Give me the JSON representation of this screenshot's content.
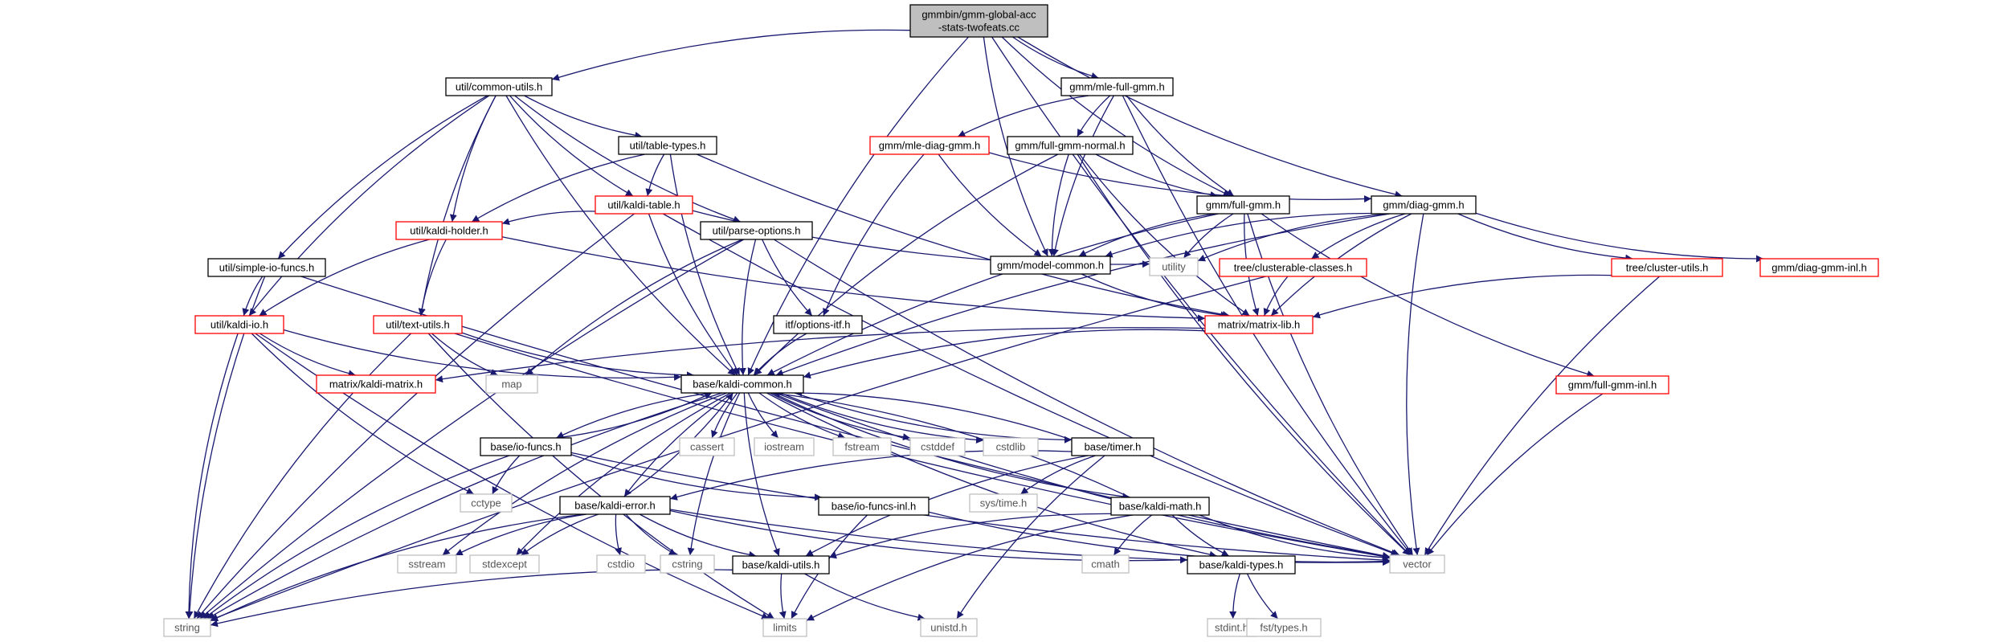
{
  "colors": {
    "edge": "#191970",
    "root_fill": "#bfbfbf",
    "normal_border": "#000000",
    "truncated_border": "#ff0000",
    "external_border": "#bfbfbf"
  },
  "nodes": [
    {
      "id": "root",
      "lines": [
        "gmmbin/gmm-global-acc",
        "-stats-twofeats.cc"
      ],
      "style": "root"
    },
    {
      "id": "common-utils",
      "lines": [
        "util/common-utils.h"
      ],
      "style": "normal"
    },
    {
      "id": "mle-full-gmm",
      "lines": [
        "gmm/mle-full-gmm.h"
      ],
      "style": "normal"
    },
    {
      "id": "table-types",
      "lines": [
        "util/table-types.h"
      ],
      "style": "normal"
    },
    {
      "id": "mle-diag-gmm",
      "lines": [
        "gmm/mle-diag-gmm.h"
      ],
      "style": "truncated"
    },
    {
      "id": "full-gmm-normal",
      "lines": [
        "gmm/full-gmm-normal.h"
      ],
      "style": "normal"
    },
    {
      "id": "kaldi-table",
      "lines": [
        "util/kaldi-table.h"
      ],
      "style": "truncated"
    },
    {
      "id": "full-gmm",
      "lines": [
        "gmm/full-gmm.h"
      ],
      "style": "normal"
    },
    {
      "id": "diag-gmm",
      "lines": [
        "gmm/diag-gmm.h"
      ],
      "style": "normal"
    },
    {
      "id": "simple-io-funcs",
      "lines": [
        "util/simple-io-funcs.h"
      ],
      "style": "normal"
    },
    {
      "id": "kaldi-holder",
      "lines": [
        "util/kaldi-holder.h"
      ],
      "style": "truncated"
    },
    {
      "id": "parse-options",
      "lines": [
        "util/parse-options.h"
      ],
      "style": "normal"
    },
    {
      "id": "model-common",
      "lines": [
        "gmm/model-common.h"
      ],
      "style": "normal"
    },
    {
      "id": "utility",
      "lines": [
        "utility"
      ],
      "style": "external"
    },
    {
      "id": "clusterable-classes",
      "lines": [
        "tree/clusterable-classes.h"
      ],
      "style": "truncated"
    },
    {
      "id": "cluster-utils",
      "lines": [
        "tree/cluster-utils.h"
      ],
      "style": "truncated"
    },
    {
      "id": "diag-gmm-inl",
      "lines": [
        "gmm/diag-gmm-inl.h"
      ],
      "style": "truncated"
    },
    {
      "id": "kaldi-io",
      "lines": [
        "util/kaldi-io.h"
      ],
      "style": "truncated"
    },
    {
      "id": "text-utils",
      "lines": [
        "util/text-utils.h"
      ],
      "style": "truncated"
    },
    {
      "id": "options-itf",
      "lines": [
        "itf/options-itf.h"
      ],
      "style": "normal"
    },
    {
      "id": "matrix-lib",
      "lines": [
        "matrix/matrix-lib.h"
      ],
      "style": "truncated"
    },
    {
      "id": "kaldi-matrix",
      "lines": [
        "matrix/kaldi-matrix.h"
      ],
      "style": "truncated"
    },
    {
      "id": "map",
      "lines": [
        "map"
      ],
      "style": "external"
    },
    {
      "id": "kaldi-common",
      "lines": [
        "base/kaldi-common.h"
      ],
      "style": "normal"
    },
    {
      "id": "full-gmm-inl",
      "lines": [
        "gmm/full-gmm-inl.h"
      ],
      "style": "truncated"
    },
    {
      "id": "io-funcs",
      "lines": [
        "base/io-funcs.h"
      ],
      "style": "normal"
    },
    {
      "id": "cassert",
      "lines": [
        "cassert"
      ],
      "style": "external"
    },
    {
      "id": "iostream",
      "lines": [
        "iostream"
      ],
      "style": "external"
    },
    {
      "id": "fstream",
      "lines": [
        "fstream"
      ],
      "style": "external"
    },
    {
      "id": "cstddef",
      "lines": [
        "cstddef"
      ],
      "style": "external"
    },
    {
      "id": "cstdlib",
      "lines": [
        "cstdlib"
      ],
      "style": "external"
    },
    {
      "id": "timer",
      "lines": [
        "base/timer.h"
      ],
      "style": "normal"
    },
    {
      "id": "cctype",
      "lines": [
        "cctype"
      ],
      "style": "external"
    },
    {
      "id": "sys-time",
      "lines": [
        "sys/time.h"
      ],
      "style": "external"
    },
    {
      "id": "kaldi-error",
      "lines": [
        "base/kaldi-error.h"
      ],
      "style": "normal"
    },
    {
      "id": "io-funcs-inl",
      "lines": [
        "base/io-funcs-inl.h"
      ],
      "style": "normal"
    },
    {
      "id": "kaldi-math",
      "lines": [
        "base/kaldi-math.h"
      ],
      "style": "normal"
    },
    {
      "id": "sstream",
      "lines": [
        "sstream"
      ],
      "style": "external"
    },
    {
      "id": "stdexcept",
      "lines": [
        "stdexcept"
      ],
      "style": "external"
    },
    {
      "id": "cstdio",
      "lines": [
        "cstdio"
      ],
      "style": "external"
    },
    {
      "id": "cstring",
      "lines": [
        "cstring"
      ],
      "style": "external"
    },
    {
      "id": "cmath",
      "lines": [
        "cmath"
      ],
      "style": "external"
    },
    {
      "id": "vector",
      "lines": [
        "vector"
      ],
      "style": "external"
    },
    {
      "id": "kaldi-utils",
      "lines": [
        "base/kaldi-utils.h"
      ],
      "style": "normal"
    },
    {
      "id": "kaldi-types",
      "lines": [
        "base/kaldi-types.h"
      ],
      "style": "normal"
    },
    {
      "id": "string",
      "lines": [
        "string"
      ],
      "style": "external"
    },
    {
      "id": "limits",
      "lines": [
        "limits"
      ],
      "style": "external"
    },
    {
      "id": "unistd",
      "lines": [
        "unistd.h"
      ],
      "style": "external"
    },
    {
      "id": "stdint",
      "lines": [
        "stdint.h"
      ],
      "style": "external"
    },
    {
      "id": "fst-types",
      "lines": [
        "fst/types.h"
      ],
      "style": "external"
    }
  ],
  "edges": [
    [
      "root",
      "common-utils"
    ],
    [
      "root",
      "mle-full-gmm"
    ],
    [
      "root",
      "full-gmm"
    ],
    [
      "root",
      "diag-gmm"
    ],
    [
      "root",
      "model-common"
    ],
    [
      "root",
      "kaldi-common"
    ],
    [
      "root",
      "vector"
    ],
    [
      "common-utils",
      "table-types"
    ],
    [
      "common-utils",
      "kaldi-table"
    ],
    [
      "common-utils",
      "simple-io-funcs"
    ],
    [
      "common-utils",
      "kaldi-holder"
    ],
    [
      "common-utils",
      "parse-options"
    ],
    [
      "common-utils",
      "kaldi-io"
    ],
    [
      "common-utils",
      "text-utils"
    ],
    [
      "common-utils",
      "kaldi-common"
    ],
    [
      "mle-full-gmm",
      "mle-diag-gmm"
    ],
    [
      "mle-full-gmm",
      "full-gmm-normal"
    ],
    [
      "mle-full-gmm",
      "full-gmm"
    ],
    [
      "mle-full-gmm",
      "model-common"
    ],
    [
      "mle-full-gmm",
      "vector"
    ],
    [
      "table-types",
      "kaldi-table"
    ],
    [
      "table-types",
      "kaldi-holder"
    ],
    [
      "table-types",
      "matrix-lib"
    ],
    [
      "table-types",
      "kaldi-common"
    ],
    [
      "mle-diag-gmm",
      "diag-gmm"
    ],
    [
      "mle-diag-gmm",
      "model-common"
    ],
    [
      "mle-diag-gmm",
      "options-itf"
    ],
    [
      "full-gmm-normal",
      "full-gmm"
    ],
    [
      "full-gmm-normal",
      "model-common"
    ],
    [
      "full-gmm-normal",
      "matrix-lib"
    ],
    [
      "full-gmm-normal",
      "kaldi-common"
    ],
    [
      "full-gmm-normal",
      "vector"
    ],
    [
      "kaldi-table",
      "kaldi-holder"
    ],
    [
      "kaldi-table",
      "utility"
    ],
    [
      "kaldi-table",
      "kaldi-common"
    ],
    [
      "kaldi-table",
      "string"
    ],
    [
      "kaldi-table",
      "vector"
    ],
    [
      "full-gmm",
      "model-common"
    ],
    [
      "full-gmm",
      "utility"
    ],
    [
      "full-gmm",
      "matrix-lib"
    ],
    [
      "full-gmm",
      "full-gmm-inl"
    ],
    [
      "full-gmm",
      "kaldi-common"
    ],
    [
      "full-gmm",
      "vector"
    ],
    [
      "diag-gmm",
      "model-common"
    ],
    [
      "diag-gmm",
      "utility"
    ],
    [
      "diag-gmm",
      "clusterable-classes"
    ],
    [
      "diag-gmm",
      "cluster-utils"
    ],
    [
      "diag-gmm",
      "diag-gmm-inl"
    ],
    [
      "diag-gmm",
      "matrix-lib"
    ],
    [
      "diag-gmm",
      "kaldi-common"
    ],
    [
      "diag-gmm",
      "vector"
    ],
    [
      "simple-io-funcs",
      "kaldi-io"
    ],
    [
      "simple-io-funcs",
      "string"
    ],
    [
      "simple-io-funcs",
      "vector"
    ],
    [
      "kaldi-holder",
      "kaldi-io"
    ],
    [
      "kaldi-holder",
      "text-utils"
    ],
    [
      "kaldi-holder",
      "matrix-lib"
    ],
    [
      "parse-options",
      "options-itf"
    ],
    [
      "parse-options",
      "kaldi-common"
    ],
    [
      "parse-options",
      "map"
    ],
    [
      "parse-options",
      "string"
    ],
    [
      "parse-options",
      "vector"
    ],
    [
      "model-common",
      "matrix-lib"
    ],
    [
      "clusterable-classes",
      "matrix-lib"
    ],
    [
      "clusterable-classes",
      "string"
    ],
    [
      "cluster-utils",
      "matrix-lib"
    ],
    [
      "cluster-utils",
      "vector"
    ],
    [
      "kaldi-io",
      "kaldi-matrix"
    ],
    [
      "kaldi-io",
      "kaldi-common"
    ],
    [
      "kaldi-io",
      "cctype"
    ],
    [
      "kaldi-io",
      "string"
    ],
    [
      "kaldi-io",
      "limits"
    ],
    [
      "text-utils",
      "kaldi-common"
    ],
    [
      "text-utils",
      "map"
    ],
    [
      "text-utils",
      "string"
    ],
    [
      "text-utils",
      "limits"
    ],
    [
      "text-utils",
      "vector"
    ],
    [
      "options-itf",
      "kaldi-common"
    ],
    [
      "matrix-lib",
      "kaldi-matrix"
    ],
    [
      "matrix-lib",
      "kaldi-common"
    ],
    [
      "full-gmm-inl",
      "vector"
    ],
    [
      "kaldi-common",
      "io-funcs"
    ],
    [
      "kaldi-common",
      "cassert"
    ],
    [
      "kaldi-common",
      "iostream"
    ],
    [
      "kaldi-common",
      "fstream"
    ],
    [
      "kaldi-common",
      "cstddef"
    ],
    [
      "kaldi-common",
      "cstdlib"
    ],
    [
      "kaldi-common",
      "timer"
    ],
    [
      "kaldi-common",
      "kaldi-error"
    ],
    [
      "kaldi-common",
      "kaldi-math"
    ],
    [
      "kaldi-common",
      "sstream"
    ],
    [
      "kaldi-common",
      "stdexcept"
    ],
    [
      "kaldi-common",
      "cstring"
    ],
    [
      "kaldi-common",
      "kaldi-utils"
    ],
    [
      "kaldi-common",
      "kaldi-types"
    ],
    [
      "kaldi-common",
      "string"
    ],
    [
      "kaldi-common",
      "vector"
    ],
    [
      "io-funcs",
      "kaldi-common"
    ],
    [
      "io-funcs",
      "cctype"
    ],
    [
      "io-funcs",
      "io-funcs-inl"
    ],
    [
      "io-funcs",
      "string"
    ],
    [
      "io-funcs",
      "vector"
    ],
    [
      "timer",
      "kaldi-common"
    ],
    [
      "timer",
      "kaldi-error"
    ],
    [
      "timer",
      "sys-time"
    ],
    [
      "timer",
      "unistd"
    ],
    [
      "timer",
      "kaldi-utils"
    ],
    [
      "kaldi-error",
      "kaldi-common"
    ],
    [
      "kaldi-error",
      "sstream"
    ],
    [
      "kaldi-error",
      "stdexcept"
    ],
    [
      "kaldi-error",
      "cstdio"
    ],
    [
      "kaldi-error",
      "cstring"
    ],
    [
      "kaldi-error",
      "kaldi-utils"
    ],
    [
      "kaldi-error",
      "kaldi-types"
    ],
    [
      "kaldi-error",
      "string"
    ],
    [
      "kaldi-error",
      "vector"
    ],
    [
      "io-funcs-inl",
      "vector"
    ],
    [
      "io-funcs-inl",
      "limits"
    ],
    [
      "kaldi-math",
      "kaldi-common"
    ],
    [
      "kaldi-math",
      "cmath"
    ],
    [
      "kaldi-math",
      "limits"
    ],
    [
      "kaldi-math",
      "kaldi-types"
    ],
    [
      "kaldi-math",
      "kaldi-utils"
    ],
    [
      "kaldi-math",
      "vector"
    ],
    [
      "kaldi-utils",
      "string"
    ],
    [
      "kaldi-utils",
      "limits"
    ],
    [
      "kaldi-utils",
      "unistd"
    ],
    [
      "kaldi-types",
      "stdint"
    ],
    [
      "kaldi-types",
      "fst-types"
    ]
  ]
}
